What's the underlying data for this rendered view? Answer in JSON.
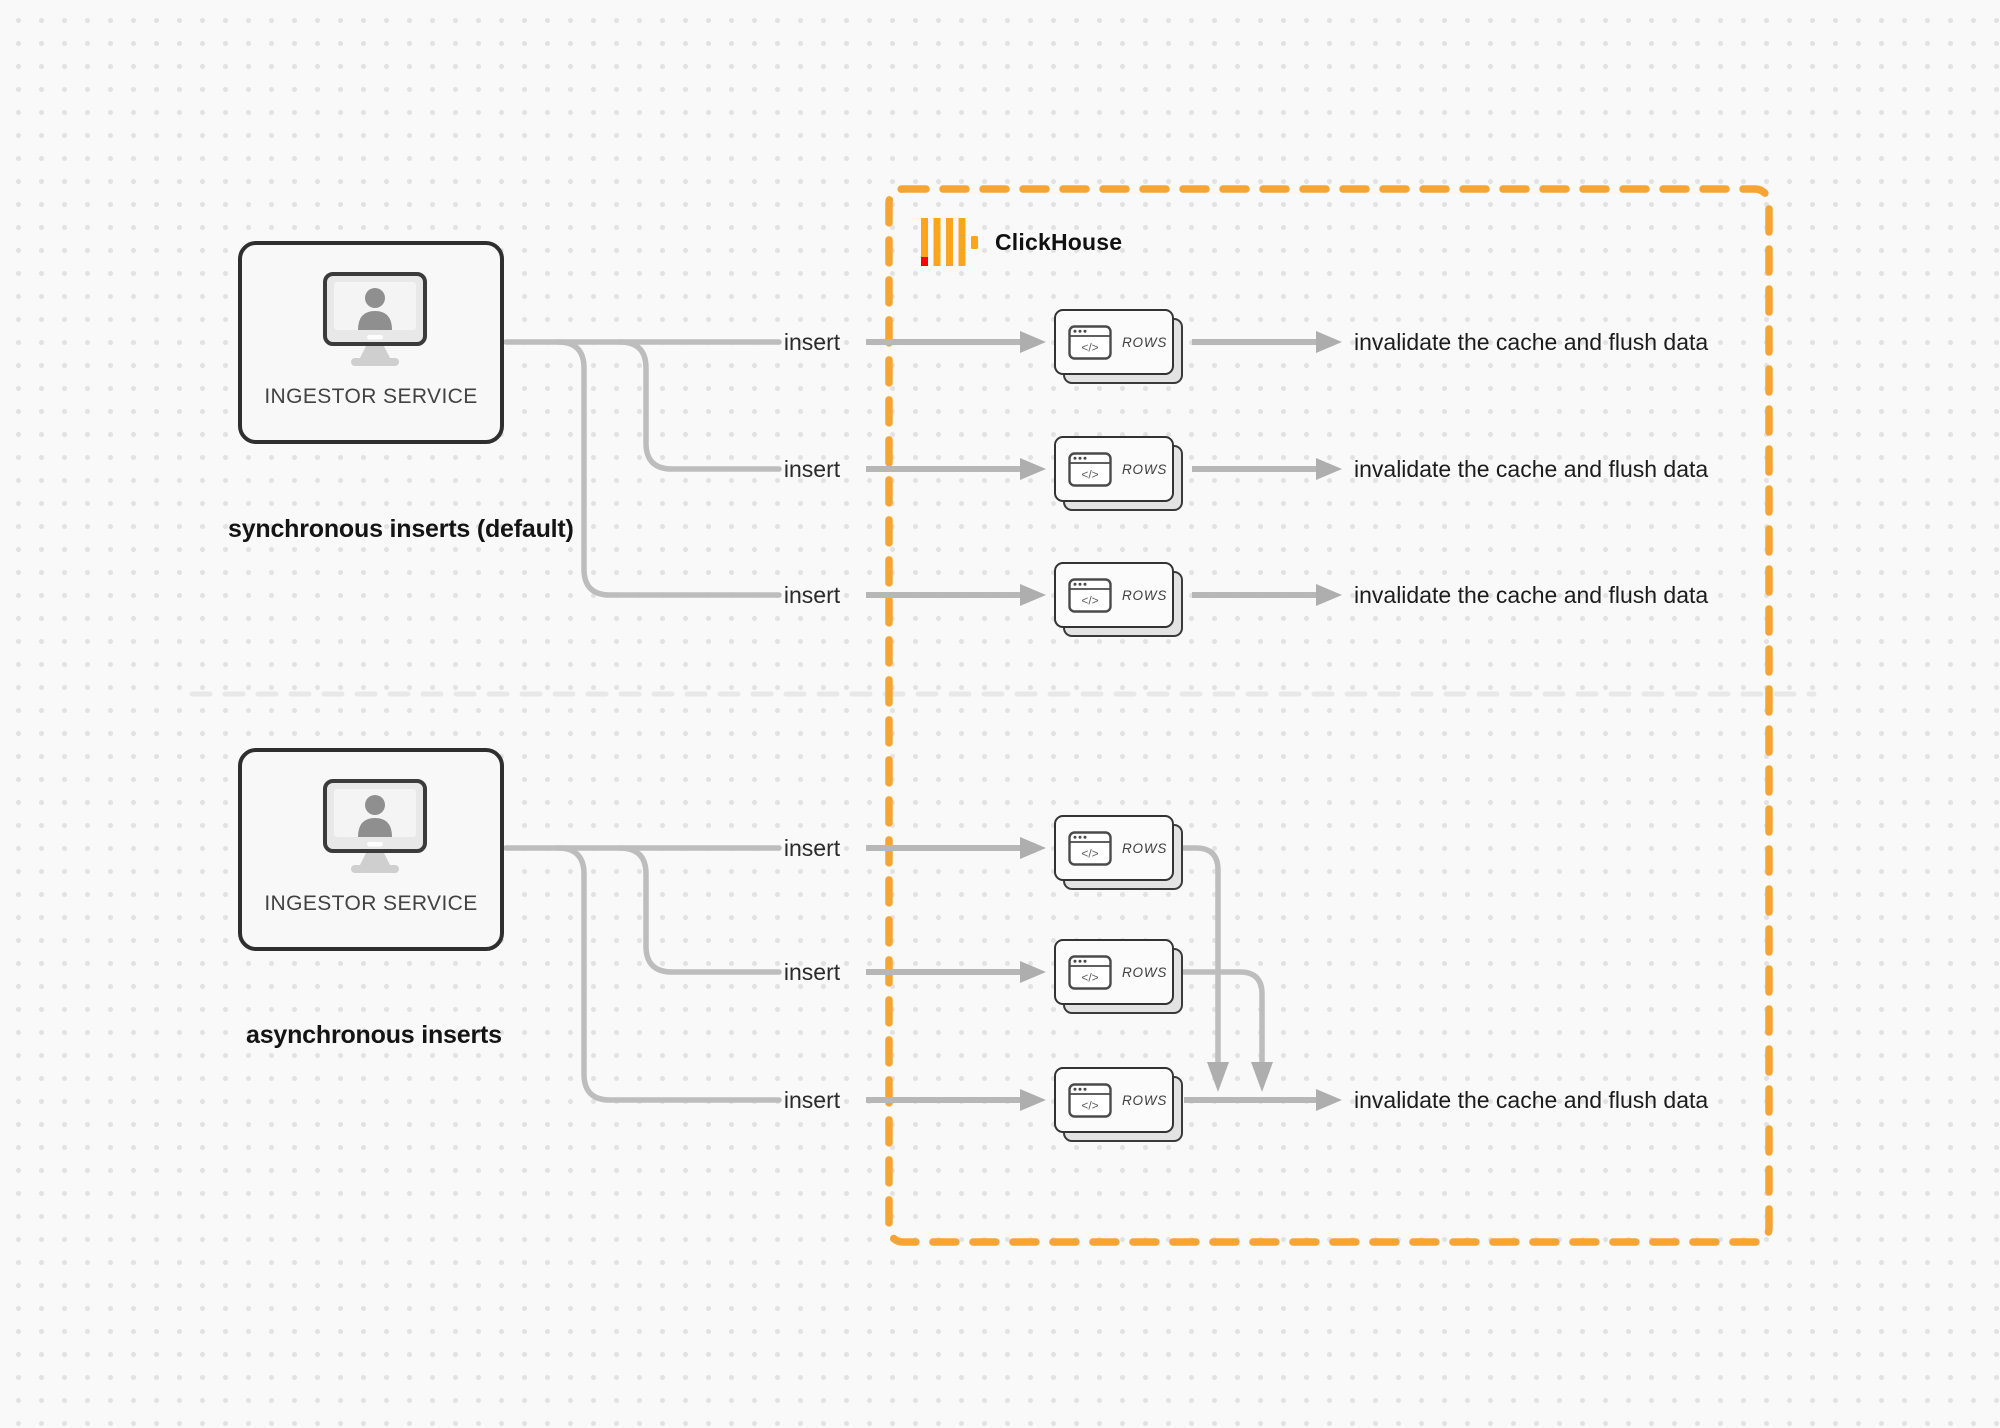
{
  "clickhouse": {
    "name": "ClickHouse",
    "logo_yellow": "#FAA61A",
    "logo_red": "#FF0000",
    "boundary_orange": "#F6A434"
  },
  "labels": {
    "code_glyph": "</>"
  },
  "sync": {
    "service": "INGESTOR SERVICE",
    "caption": "synchronous inserts (default)",
    "rows": [
      {
        "insert": "insert",
        "rows_label": "ROWS",
        "result": "invalidate the cache and flush data"
      },
      {
        "insert": "insert",
        "rows_label": "ROWS",
        "result": "invalidate the cache and flush data"
      },
      {
        "insert": "insert",
        "rows_label": "ROWS",
        "result": "invalidate the cache and flush data"
      }
    ]
  },
  "async": {
    "service": "INGESTOR SERVICE",
    "caption": "asynchronous inserts",
    "rows": [
      {
        "insert": "insert",
        "rows_label": "ROWS"
      },
      {
        "insert": "insert",
        "rows_label": "ROWS"
      },
      {
        "insert": "insert",
        "rows_label": "ROWS"
      }
    ],
    "result": "invalidate the cache and flush data"
  }
}
